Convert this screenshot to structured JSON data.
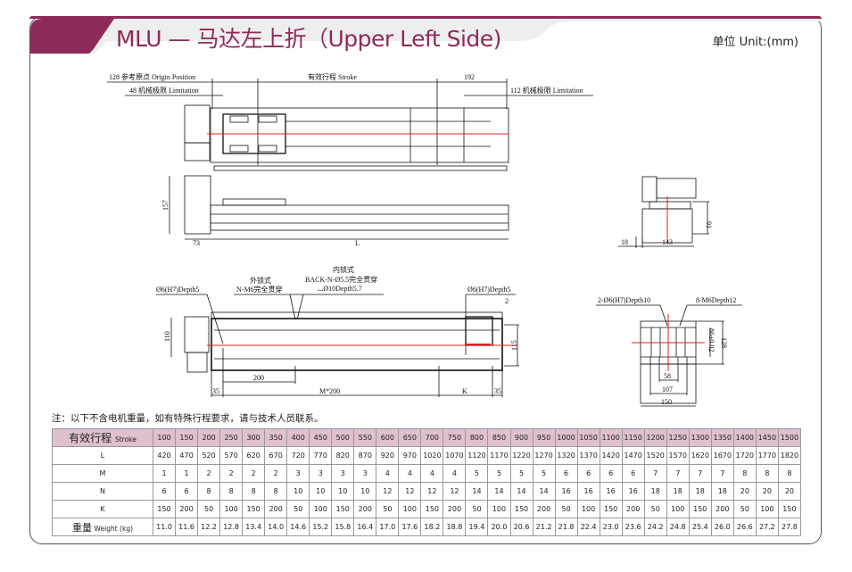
{
  "header": {
    "title": "MLU — 马达左上折（Upper Left Side)",
    "unit": "单位 Unit:(mm)",
    "accent_color": "#8e2a5a"
  },
  "drawing": {
    "top_view": {
      "origin": "128 参考原点 Origin Position",
      "stroke": "有效行程 Stroke",
      "dim_192": "192",
      "limit_left": "48 机械极限 Limitation",
      "limit_right": "112 机械极限 Limitation"
    },
    "side_view": {
      "height": "157",
      "motor": "73",
      "length": "L"
    },
    "bottom_view": {
      "pin_left": "Ø6(H7)Depth5",
      "pin_right": "Ø6(H7)Depth5",
      "outer_title": "外锁式",
      "outer_spec": "N-M6完全贯穿",
      "inner_title": "内锁式",
      "inner_spec": "BACK-N-Ø5.5完全贯穿",
      "inner_cbore": "⌴Ø10Depth5.7",
      "dim_2": "2",
      "dim_110": "110",
      "dim_115": "115",
      "dim_200": "200",
      "dim_35a": "35",
      "dim_m200": "M*200",
      "dim_k": "K",
      "dim_35b": "35"
    },
    "end_view": {
      "dim_18": "18",
      "dim_143": "143",
      "dim_91": "91"
    },
    "section_view": {
      "pin": "2-Ø6(H7)Depth10",
      "screw": "8-M6Depth12",
      "dim_128": "128",
      "dim_86": "86±0.02",
      "dim_58": "58",
      "dim_107": "107",
      "dim_150": "150"
    }
  },
  "note": "注：以下不含电机重量，如有特殊行程要求，请与技术人员联系。",
  "table": {
    "rows": [
      {
        "label": "有效行程",
        "sub": "Stroke",
        "values": [
          "100",
          "150",
          "200",
          "250",
          "300",
          "350",
          "400",
          "450",
          "500",
          "550",
          "600",
          "650",
          "700",
          "750",
          "800",
          "850",
          "900",
          "950",
          "1000",
          "1050",
          "1100",
          "1150",
          "1200",
          "1250",
          "1300",
          "1350",
          "1400",
          "1450",
          "1500"
        ]
      },
      {
        "label": "L",
        "sub": "",
        "values": [
          "420",
          "470",
          "520",
          "570",
          "620",
          "670",
          "720",
          "770",
          "820",
          "870",
          "920",
          "970",
          "1020",
          "1070",
          "1120",
          "1170",
          "1220",
          "1270",
          "1320",
          "1370",
          "1420",
          "1470",
          "1520",
          "1570",
          "1620",
          "1670",
          "1720",
          "1770",
          "1820"
        ]
      },
      {
        "label": "M",
        "sub": "",
        "values": [
          "1",
          "1",
          "2",
          "2",
          "2",
          "2",
          "3",
          "3",
          "3",
          "3",
          "4",
          "4",
          "4",
          "4",
          "5",
          "5",
          "5",
          "5",
          "6",
          "6",
          "6",
          "6",
          "7",
          "7",
          "7",
          "7",
          "8",
          "8",
          "8"
        ]
      },
      {
        "label": "N",
        "sub": "",
        "values": [
          "6",
          "6",
          "8",
          "8",
          "8",
          "8",
          "10",
          "10",
          "10",
          "10",
          "12",
          "12",
          "12",
          "12",
          "14",
          "14",
          "14",
          "14",
          "16",
          "16",
          "16",
          "16",
          "18",
          "18",
          "18",
          "18",
          "20",
          "20",
          "20"
        ]
      },
      {
        "label": "K",
        "sub": "",
        "values": [
          "150",
          "200",
          "50",
          "100",
          "150",
          "200",
          "50",
          "100",
          "150",
          "200",
          "50",
          "100",
          "150",
          "200",
          "50",
          "100",
          "150",
          "200",
          "50",
          "100",
          "150",
          "200",
          "50",
          "100",
          "150",
          "200",
          "50",
          "100",
          "150"
        ]
      },
      {
        "label": "重量",
        "sub": "Weight (kg)",
        "values": [
          "11.0",
          "11.6",
          "12.2",
          "12.8",
          "13.4",
          "14.0",
          "14.6",
          "15.2",
          "15.8",
          "16.4",
          "17.0",
          "17.6",
          "18.2",
          "18.8",
          "19.4",
          "20.0",
          "20.6",
          "21.2",
          "21.8",
          "22.4",
          "23.0",
          "23.6",
          "24.2",
          "24.8",
          "25.4",
          "26.0",
          "26.6",
          "27.2",
          "27.8"
        ]
      }
    ]
  }
}
